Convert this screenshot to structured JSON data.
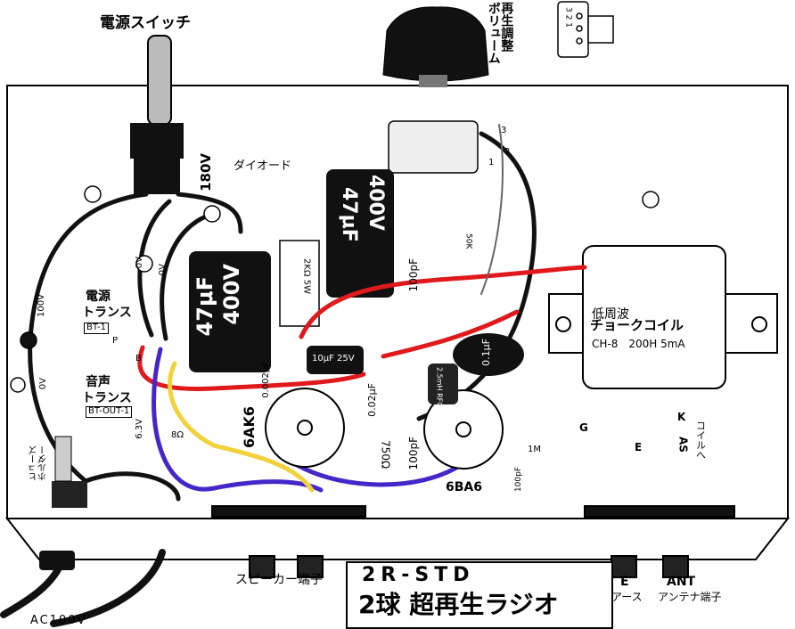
{
  "title": {
    "model": "2R-STD",
    "main": "2球 超再生ラジオ"
  },
  "labels": {
    "power_switch": "電源スイッチ",
    "regen_volume": "再生調整\nボリューム",
    "pot_pins": "3 2 1",
    "diode": "ダイオード",
    "v180": "180V",
    "cap1_value": "400V",
    "cap1_uf": "47μF",
    "cap2_value": "400V",
    "cap2_uf": "47μF",
    "resistor_2k": "2KΩ 5W",
    "res_50k": "50K",
    "pf100_top": "100pF",
    "choke_line1": "低周波",
    "choke_line2": "チョークコイル",
    "choke_line3": "CH-8　200H 5mA",
    "power_trans_1": "電源",
    "power_trans_2": "トランス",
    "power_trans_code": "BT-1",
    "audio_trans_1": "音声",
    "audio_trans_2": "トランス",
    "audio_trans_code": "BT-OUT-1",
    "v100": "100V",
    "v0_left": "0V",
    "v0_bottom": "0V",
    "v0_mid": "0V",
    "fuse_holder": "ヒューズ\nホルダー",
    "tube1": "6AK6",
    "tube2": "6BA6",
    "cap_0_002": "0.002μF",
    "cap_10uf": "10μF 25V",
    "cap_0_02": "0.02μF",
    "cap_0_1": "0.1μF",
    "rfc": "2.5mH RFC",
    "r750": "750Ω",
    "pf100_mid": "100pF",
    "pf100_low": "100pF",
    "r1m": "1M",
    "coil": "コイルへ",
    "K": "K",
    "AS": "AS",
    "G": "G",
    "E_small": "E",
    "P": "P",
    "B": "B",
    "ohm8": "8Ω",
    "v63": "6.3V",
    "speaker_terminal": "スピーカー端子",
    "E": "E",
    "earth": "アース",
    "ANT": "ANT",
    "antenna_terminal": "アンテナ端子",
    "ac100v": "AC100V",
    "pin1": "1",
    "pin2": "2",
    "pin3": "3"
  },
  "colors": {
    "wire_black": "#111111",
    "wire_red": "#e0191c",
    "wire_blue": "#4527c9",
    "wire_yellow": "#f2d13b",
    "wire_white": "#ffffff",
    "chassis": "#ffffff",
    "capacitor": "#111111"
  }
}
